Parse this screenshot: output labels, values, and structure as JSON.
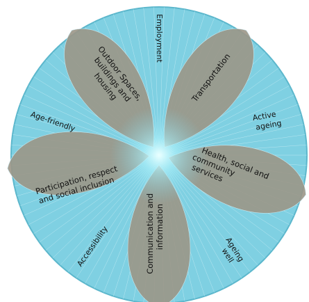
{
  "colors": {
    "wheel_fill": "#7fd0e2",
    "wheel_stroke": "#5cb7cc",
    "line_color": "#eaf9fd",
    "petal_fill": "#9b9687",
    "center_glow": "#c9fbff"
  },
  "petals": [
    {
      "id": "outdoor",
      "lines": [
        "Outdoor Spaces,",
        "buildings and",
        "housing"
      ]
    },
    {
      "id": "transport",
      "lines": [
        "Transportation"
      ]
    },
    {
      "id": "health",
      "lines": [
        "Health, social and",
        "community",
        "services"
      ]
    },
    {
      "id": "communication",
      "lines": [
        "Communication and",
        "information"
      ]
    },
    {
      "id": "participation",
      "lines": [
        "Participation, respect",
        "and social inclusion"
      ]
    }
  ],
  "small_labels": [
    {
      "id": "employment",
      "lines": [
        "Employment"
      ]
    },
    {
      "id": "active-ageing",
      "lines": [
        "Active",
        "ageing"
      ]
    },
    {
      "id": "ageing-well",
      "lines": [
        "Ageing",
        "well"
      ]
    },
    {
      "id": "accessibility",
      "lines": [
        "Accessibility"
      ]
    },
    {
      "id": "age-friendly",
      "lines": [
        "Age-friendly"
      ]
    }
  ]
}
